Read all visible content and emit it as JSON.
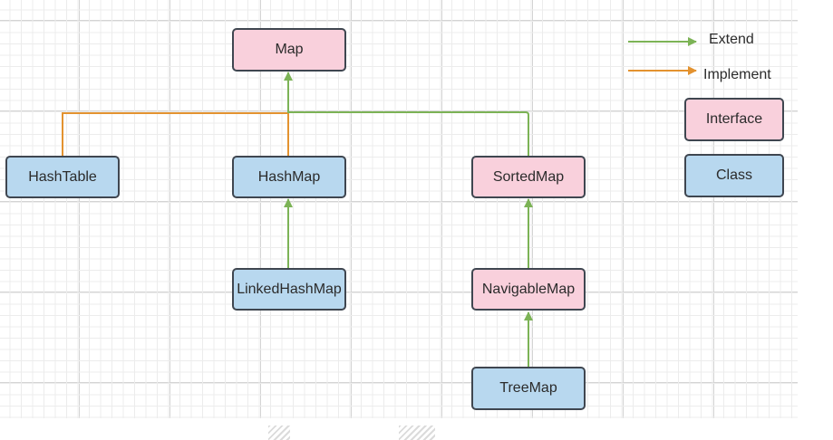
{
  "colors": {
    "extend": "#7cb356",
    "implement": "#e3922f",
    "interface_fill": "#f9d0dc",
    "class_fill": "#b8d8ef",
    "border": "#3f4650"
  },
  "nodes": {
    "map": {
      "label": "Map",
      "kind": "interface"
    },
    "hashtable": {
      "label": "HashTable",
      "kind": "class"
    },
    "hashmap": {
      "label": "HashMap",
      "kind": "class"
    },
    "sortedmap": {
      "label": "SortedMap",
      "kind": "interface"
    },
    "linkedhashmap": {
      "label": "LinkedHashMap",
      "kind": "class"
    },
    "navigablemap": {
      "label": "NavigableMap",
      "kind": "interface"
    },
    "treemap": {
      "label": "TreeMap",
      "kind": "class"
    }
  },
  "edges": [
    {
      "from": "hashtable",
      "to": "map",
      "type": "implement"
    },
    {
      "from": "hashmap",
      "to": "map",
      "type": "implement"
    },
    {
      "from": "sortedmap",
      "to": "map",
      "type": "extend"
    },
    {
      "from": "linkedhashmap",
      "to": "hashmap",
      "type": "extend"
    },
    {
      "from": "navigablemap",
      "to": "sortedmap",
      "type": "extend"
    },
    {
      "from": "treemap",
      "to": "navigablemap",
      "type": "extend"
    }
  ],
  "legend": {
    "extend_label": "Extend",
    "implement_label": "Implement",
    "interface_label": "Interface",
    "class_label": "Class"
  }
}
